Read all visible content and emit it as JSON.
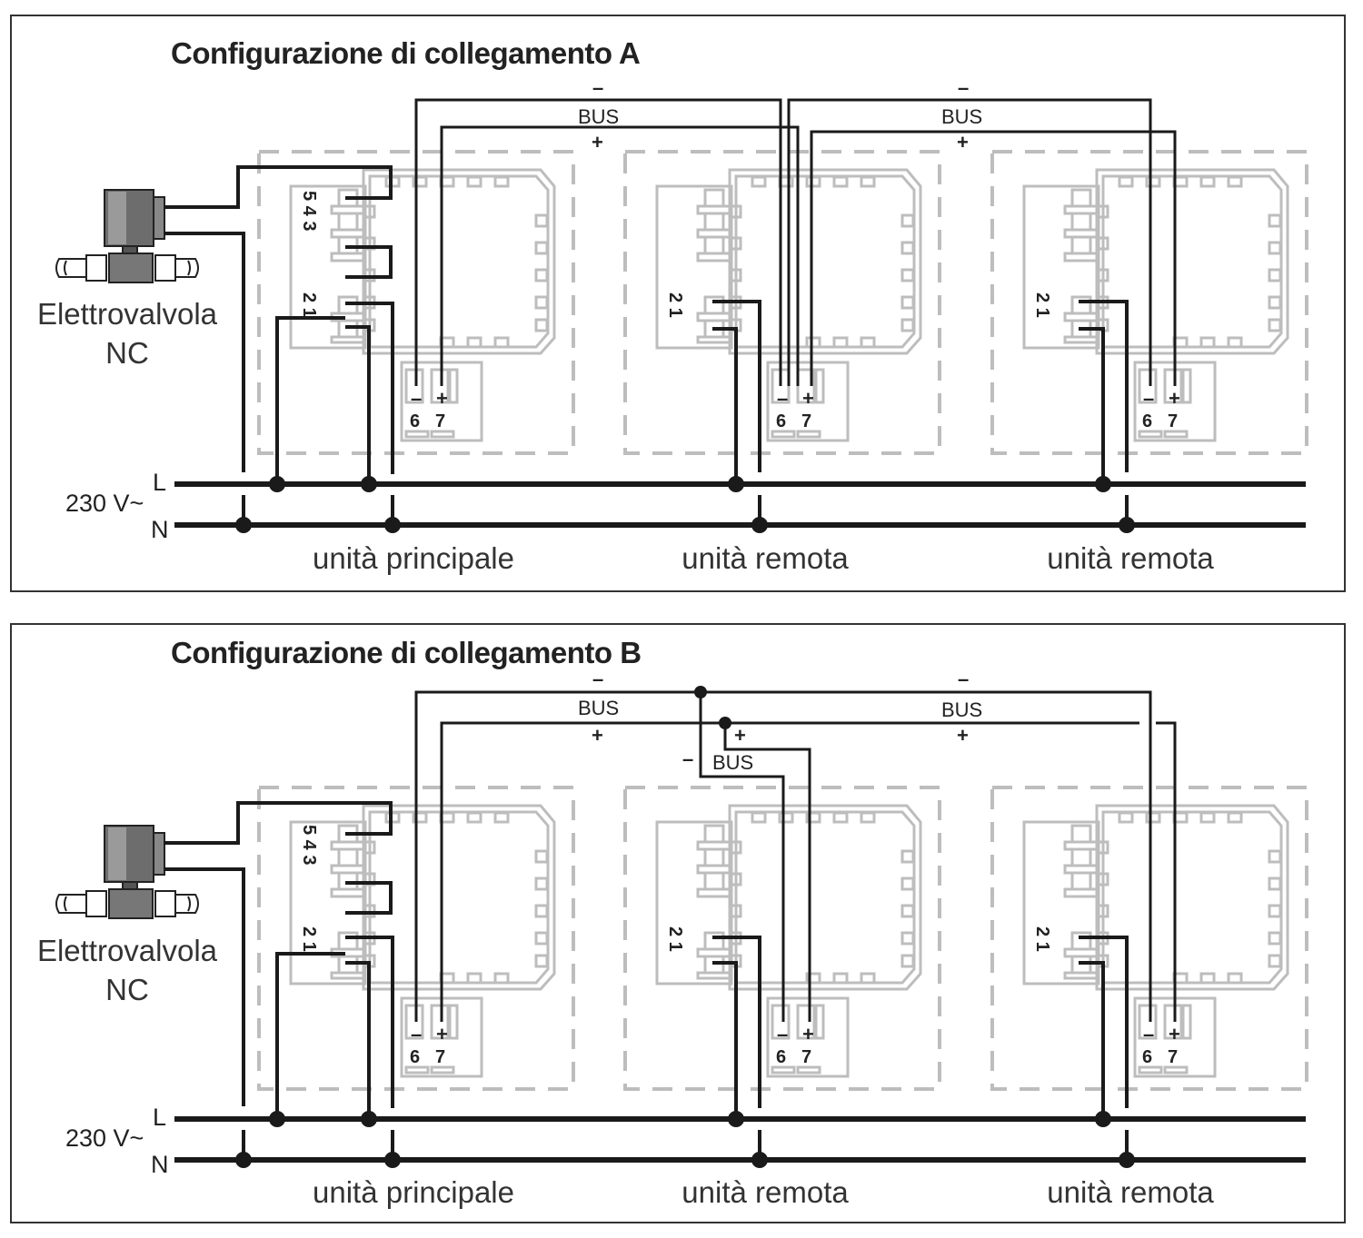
{
  "panels": [
    {
      "title": "Configurazione di collegamento A",
      "valve_label_1": "Elettrovalvola",
      "valve_label_2": "NC",
      "voltage_label": "230 V~",
      "line_l": "L",
      "line_n": "N",
      "unit_labels": [
        "unità principale",
        "unità remota",
        "unità remota"
      ],
      "bus_label": "BUS",
      "minus_sign": "–",
      "plus_sign": "+",
      "main_terminals": "5 4 3",
      "power_terminals": "2 1",
      "bus_terminals": [
        "6",
        "7"
      ]
    },
    {
      "title": "Configurazione di collegamento B",
      "valve_label_1": "Elettrovalvola",
      "valve_label_2": "NC",
      "voltage_label": "230 V~",
      "line_l": "L",
      "line_n": "N",
      "unit_labels": [
        "unità principale",
        "unità remota",
        "unità remota"
      ],
      "bus_label": "BUS",
      "minus_sign": "–",
      "plus_sign": "+",
      "main_terminals": "5 4 3",
      "power_terminals": "2 1",
      "bus_terminals": [
        "6",
        "7"
      ]
    }
  ]
}
